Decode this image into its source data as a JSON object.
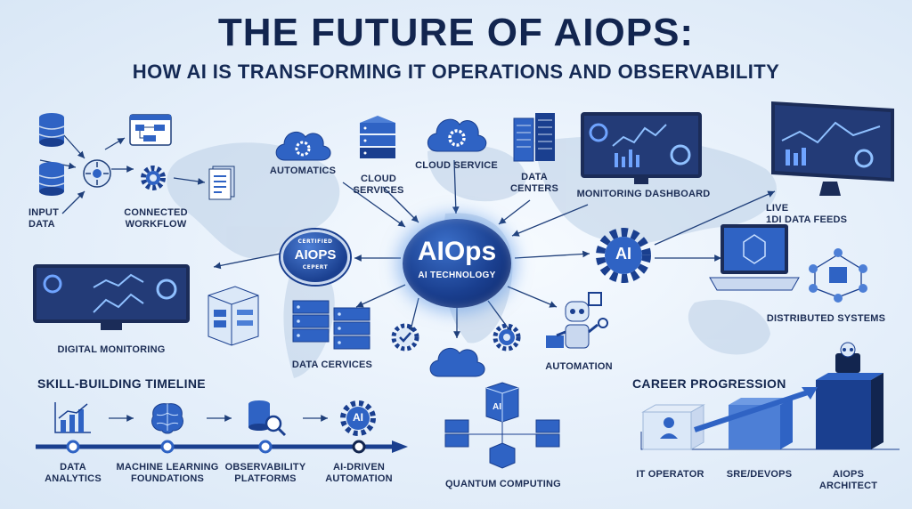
{
  "header": {
    "title": "THE FUTURE OF AIOPS:",
    "subtitle": "HOW AI IS TRANSFORMING IT OPERATIONS AND OBSERVABILITY"
  },
  "hub": {
    "name": "AIOps",
    "sub": "AI TECHNOLOGY"
  },
  "badge": {
    "top": "CERTIFIED",
    "main": "AIOPS",
    "bottom": "CEPERT"
  },
  "workflow": {
    "input_label": "INPUT\nDATA",
    "connected_label": "CONNECTED\nWORKFLOW"
  },
  "nodes": {
    "automatics": "AUTOMATICS",
    "cloud_services": "CLOUD\nSERVICES",
    "cloud_service": "CLOUD SERVICE",
    "data_centers": "DATA\nCENTERS",
    "monitoring_dashboard": "MONITORING DASHBOARD",
    "live_feeds": "LIVE\n1DI DATA FEEDS",
    "distributed_systems": "DISTRIBUTED SYSTEMS",
    "digital_monitoring": "DIGITAL MONITORING",
    "data_services": "DATA CERVICES",
    "automation": "AUTOMATION",
    "quantum_computing": "QUANTUM COMPUTING",
    "ai_gear": "AI"
  },
  "timeline": {
    "heading": "SKILL-BUILDING TIMELINE",
    "steps": [
      {
        "label": "DATA\nANALYTICS"
      },
      {
        "label": "MACHINE LEARNING\nFOUNDATIONS"
      },
      {
        "label": "OBSERVABILITY\nPLATFORMS"
      },
      {
        "label": "AI-DRIVEN\nAUTOMATION"
      }
    ],
    "ai_icon_text": "AI"
  },
  "career": {
    "heading": "CAREER PROGRESSION",
    "steps": [
      "IT OPERATOR",
      "SRE/DEVOPS",
      "AIOPS\nARCHITECT"
    ]
  },
  "colors": {
    "navy": "#12254f",
    "blue": "#2f63c4",
    "light": "#dbe8f8",
    "hub": "#1a3f8f"
  }
}
